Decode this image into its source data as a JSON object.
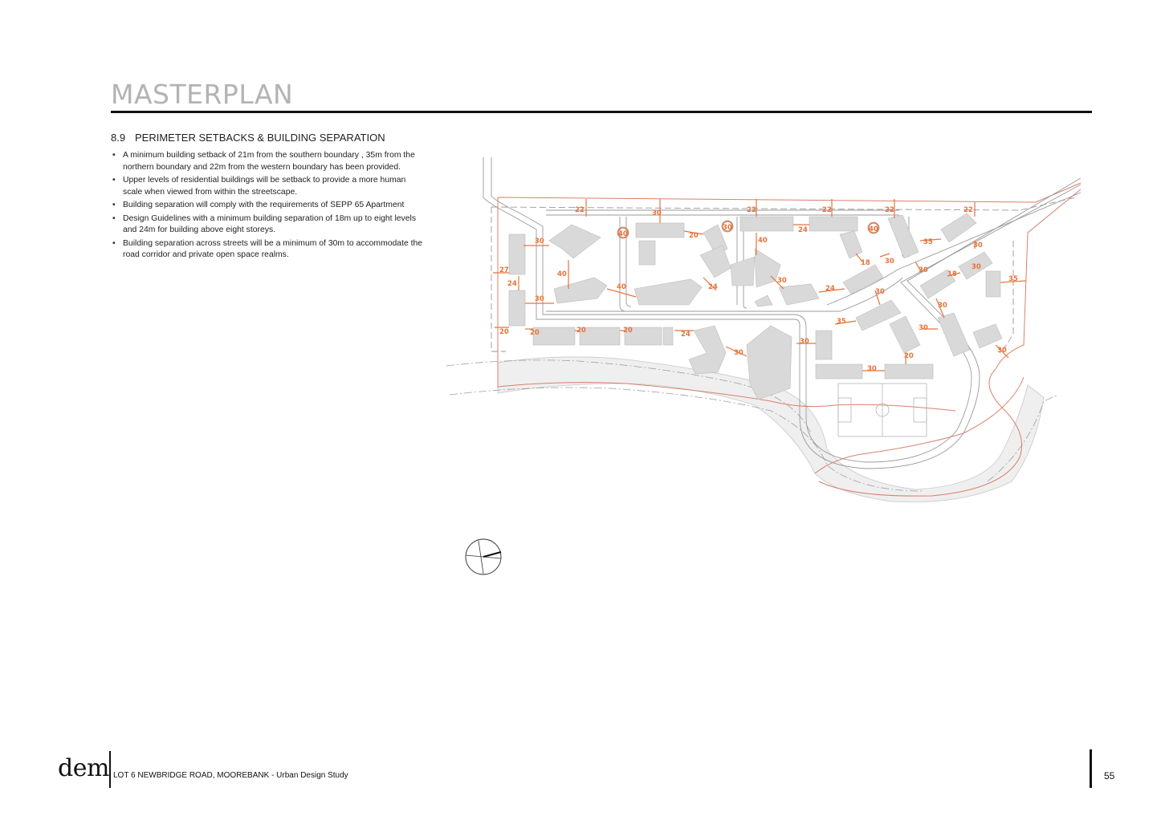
{
  "page": {
    "title": "MASTERPLAN",
    "section_number": "8.9",
    "section_title": "PERIMETER SETBACKS & BUILDING SEPARATION",
    "bullets": [
      "A minimum building setback of 21m from the southern boundary , 35m from the northern boundary and 22m from the western boundary has been provided.",
      "Upper levels of residential buildings will be setback to provide a more human scale when viewed from within the streetscape.",
      "Building separation will comply with the requirements of SEPP 65 Apartment",
      "Design Guidelines with a minimum building separation of 18m up to eight levels and 24m for building above eight storeys.",
      "Building separation across streets will be a minimum of 30m to accommodate the road corridor and private open space realms."
    ]
  },
  "plan": {
    "dimension_labels": [
      "22",
      "30",
      "22",
      "22",
      "22",
      "22",
      "30",
      "40",
      "20",
      "30",
      "24",
      "40",
      "35",
      "30",
      "40",
      "18",
      "30",
      "18",
      "35",
      "27",
      "24",
      "40",
      "30",
      "24",
      "30",
      "24",
      "30",
      "40",
      "30",
      "30",
      "35",
      "30",
      "20",
      "20",
      "20",
      "20",
      "24",
      "30",
      "30",
      "30",
      "20",
      "30",
      "30"
    ],
    "colors": {
      "accent": "#e8733a",
      "boundary": "#d9806a",
      "building": "#d9d9d9",
      "road": "#9a9a9a"
    }
  },
  "footer": {
    "logo": "dem",
    "project": "LOT 6 NEWBRIDGE ROAD, MOOREBANK - Urban Design Study",
    "page_number": "55"
  }
}
